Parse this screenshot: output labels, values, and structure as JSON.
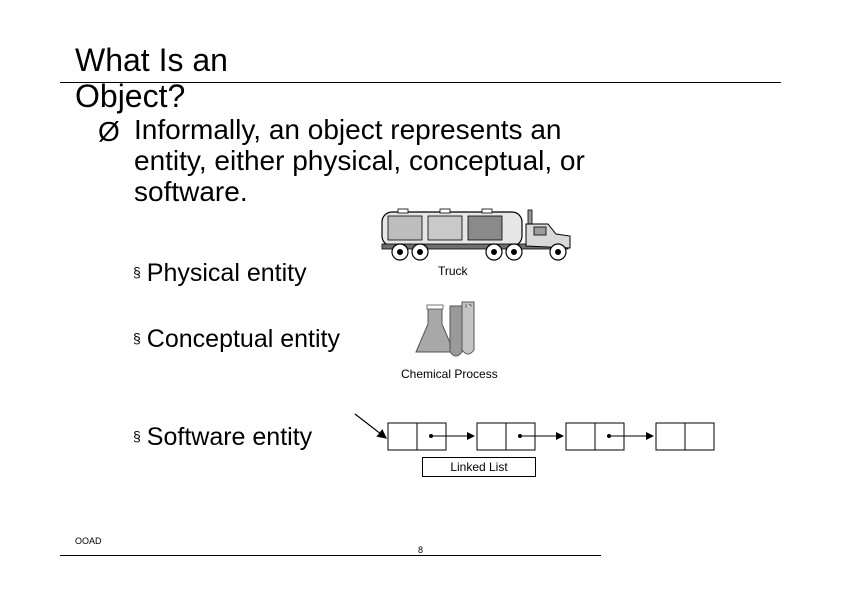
{
  "slide": {
    "title": "What Is an\nObject?",
    "main_bullet": "Informally, an object represents an\nentity,  either physical, conceptual, or\nsoftware.",
    "main_bullet_marker": "Ø",
    "sub_marker": "§",
    "items": [
      {
        "label": "Physical entity",
        "caption": "Truck",
        "icon": "truck-icon"
      },
      {
        "label": "Conceptual entity",
        "caption": "Chemical Process",
        "icon": "chemistry-flask-icon"
      },
      {
        "label": "Software entity",
        "caption": "Linked List",
        "icon": "linked-list-diagram"
      }
    ]
  },
  "footer": {
    "left_text": "OOAD",
    "page_number": "8"
  },
  "colors": {
    "truck_tank": "#cfcfcf",
    "truck_tank_dark": "#8a8a8a",
    "flask_gray": "#a8a8a8"
  }
}
